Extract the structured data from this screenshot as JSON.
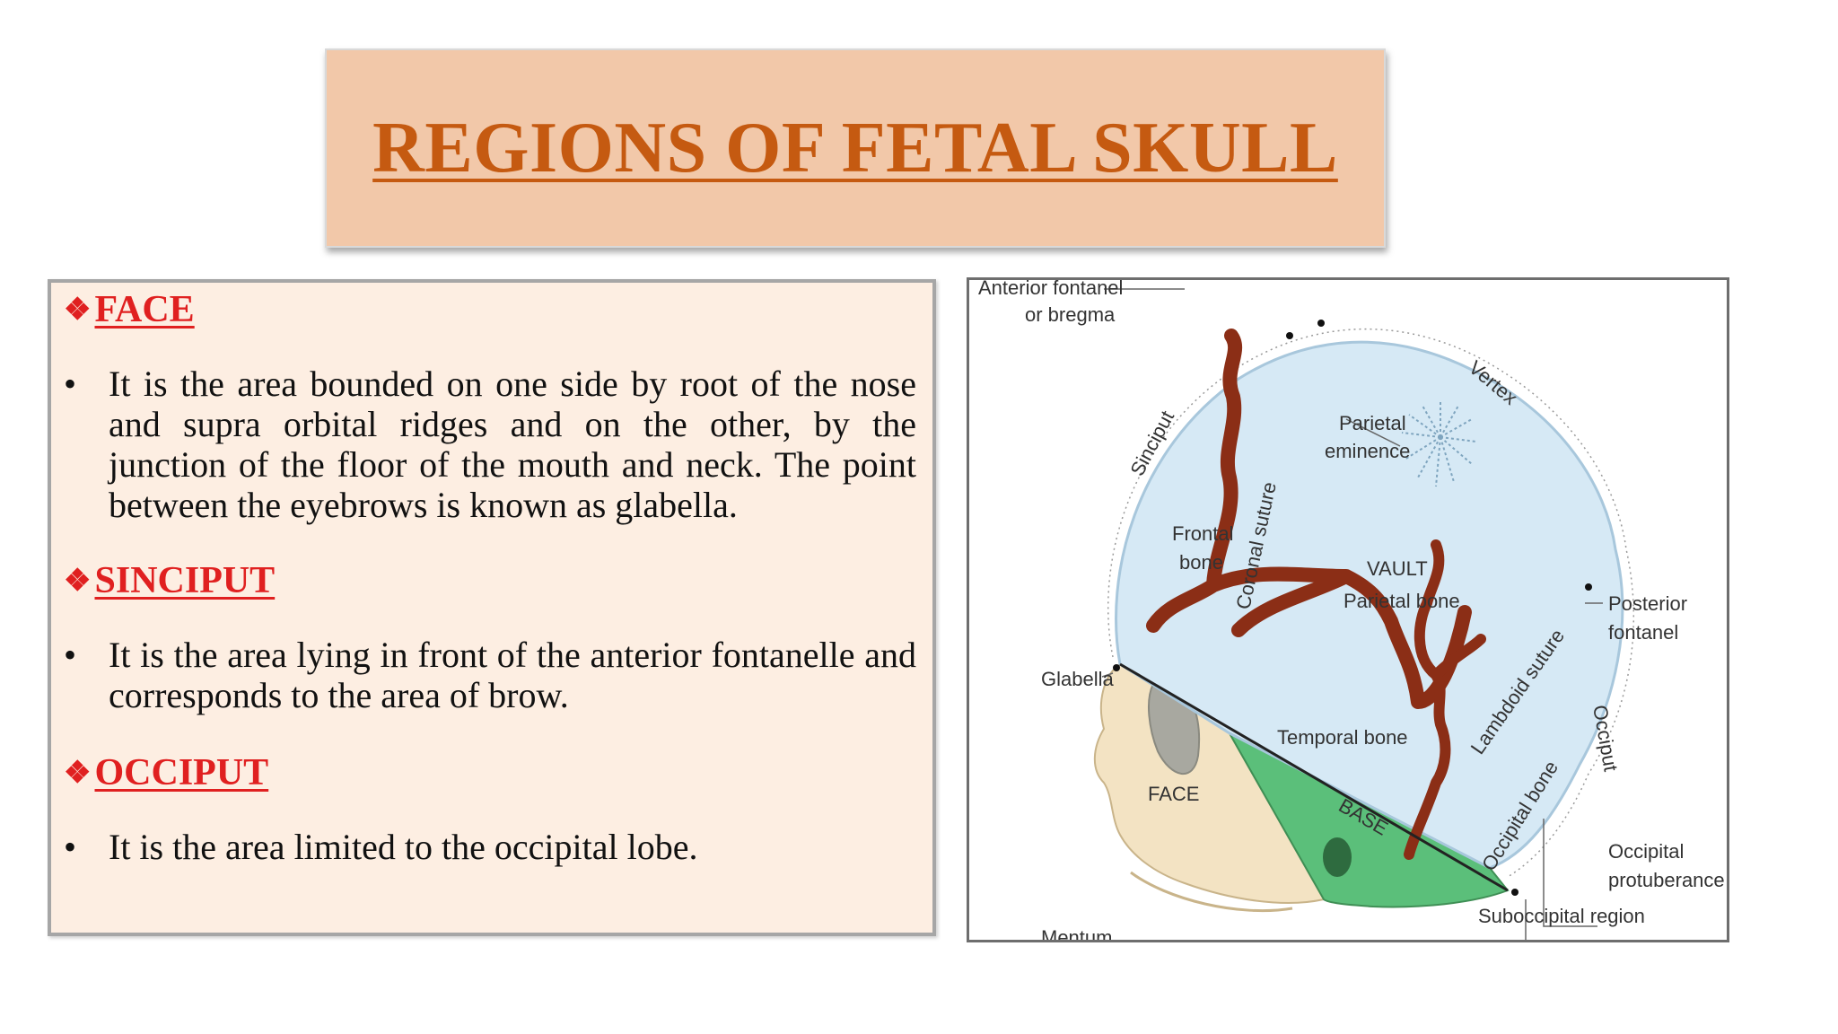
{
  "title": "REGIONS OF FETAL SKULL",
  "sections": [
    {
      "marker": "❖",
      "heading": "FACE",
      "bullet": "•",
      "text": "It is the area bounded on one side by root of the nose and supra orbital ridges and on the other, by the junction of the floor of the mouth and neck. The point between the eyebrows is known as glabella."
    },
    {
      "marker": "❖",
      "heading": "SINCIPUT",
      "bullet": "•",
      "text": "It is the area lying in front of the anterior fontanelle and corresponds to the area of brow."
    },
    {
      "marker": "❖",
      "heading": "OCCIPUT",
      "bullet": "•",
      "text": "It is the area limited to the occipital lobe."
    }
  ],
  "diagram": {
    "labels": {
      "anterior_fontanel_1": "Anterior fontanel",
      "anterior_fontanel_2": "or bregma",
      "vertex": "Vertex",
      "sinciput": "Sinciput",
      "parietal_eminence_1": "Parietal",
      "parietal_eminence_2": "eminence",
      "frontal_bone_1": "Frontal",
      "frontal_bone_2": "bone",
      "coronal_suture": "Coronal suture",
      "vault": "VAULT",
      "parietal_bone": "Parietal bone",
      "posterior_fontanel_1": "Posterior",
      "posterior_fontanel_2": "fontanel",
      "glabella": "Glabella",
      "lambdoid_suture": "Lambdoid suture",
      "temporal_bone": "Temporal bone",
      "occiput": "Occiput",
      "face": "FACE",
      "base": "BASE",
      "occipital_bone": "Occipital bone",
      "occipital_protuberance_1": "Occipital",
      "occipital_protuberance_2": "protuberance",
      "suboccipital_region": "Suboccipital region",
      "mentum": "Mentum"
    },
    "colors": {
      "vault_fill": "#d6e9f5",
      "suture": "#8b2e16",
      "base_fill": "#5bbf7a",
      "face_fill": "#f3e3c3"
    }
  }
}
